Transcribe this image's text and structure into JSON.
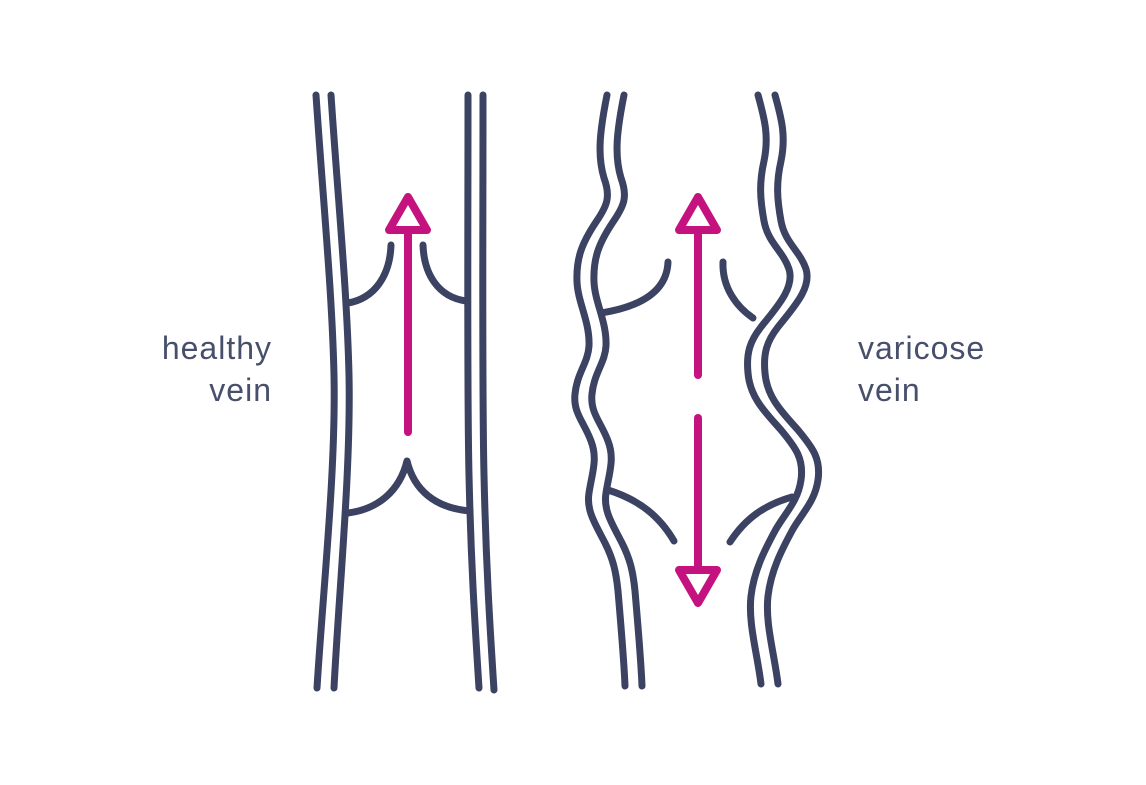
{
  "diagram": {
    "left_label": {
      "line1": "healthy",
      "line2": "vein"
    },
    "right_label": {
      "line1": "varicose",
      "line2": "vein"
    },
    "colors": {
      "vein_outline": "#3B4262",
      "flow_arrow": "#C4127F",
      "label_text": "#474F6B",
      "background": "#FFFFFF"
    }
  }
}
